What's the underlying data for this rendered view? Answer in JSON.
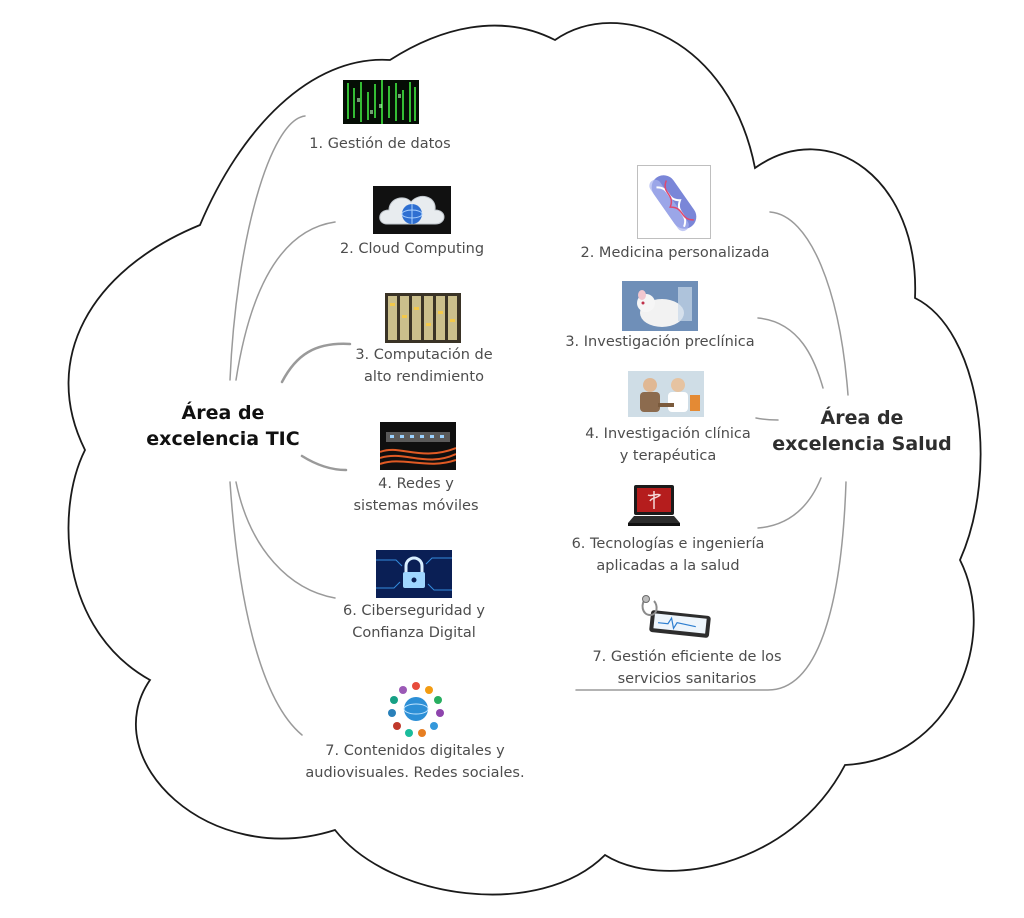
{
  "hubs": {
    "tic": [
      "Área de",
      "excelencia TIC"
    ],
    "salud": [
      "Área de",
      "excelencia Salud"
    ]
  },
  "tic_items": [
    {
      "lines": [
        "1. Gestión de datos"
      ],
      "icon": "data-matrix-icon"
    },
    {
      "lines": [
        "2. Cloud Computing"
      ],
      "icon": "cloud-globe-icon"
    },
    {
      "lines": [
        "3. Computación de",
        "alto rendimiento"
      ],
      "icon": "server-rack-icon"
    },
    {
      "lines": [
        "4. Redes y",
        "sistemas móviles"
      ],
      "icon": "network-cables-icon"
    },
    {
      "lines": [
        "6. Ciberseguridad y",
        "Confianza Digital"
      ],
      "icon": "padlock-circuit-icon"
    },
    {
      "lines": [
        "7. Contenidos digitales y",
        "audiovisuales. Redes sociales."
      ],
      "icon": "social-media-globe-icon"
    }
  ],
  "salud_items": [
    {
      "lines": [
        "2. Medicina personalizada"
      ],
      "icon": "dna-capsule-icon"
    },
    {
      "lines": [
        "3. Investigación preclínica"
      ],
      "icon": "lab-mouse-icon"
    },
    {
      "lines": [
        "4. Investigación clínica",
        "y terapéutica"
      ],
      "icon": "doctor-patient-icon"
    },
    {
      "lines": [
        "6. Tecnologías e ingeniería",
        "aplicadas a la salud"
      ],
      "icon": "medical-laptop-icon"
    },
    {
      "lines": [
        "7. Gestión eficiente de los",
        "servicios sanitarios"
      ],
      "icon": "stethoscope-tablet-icon"
    }
  ],
  "colors": {
    "cloud_outline": "#1a1a1a",
    "connector": "#9a9a9a",
    "label_text": "#4d4d4d"
  }
}
